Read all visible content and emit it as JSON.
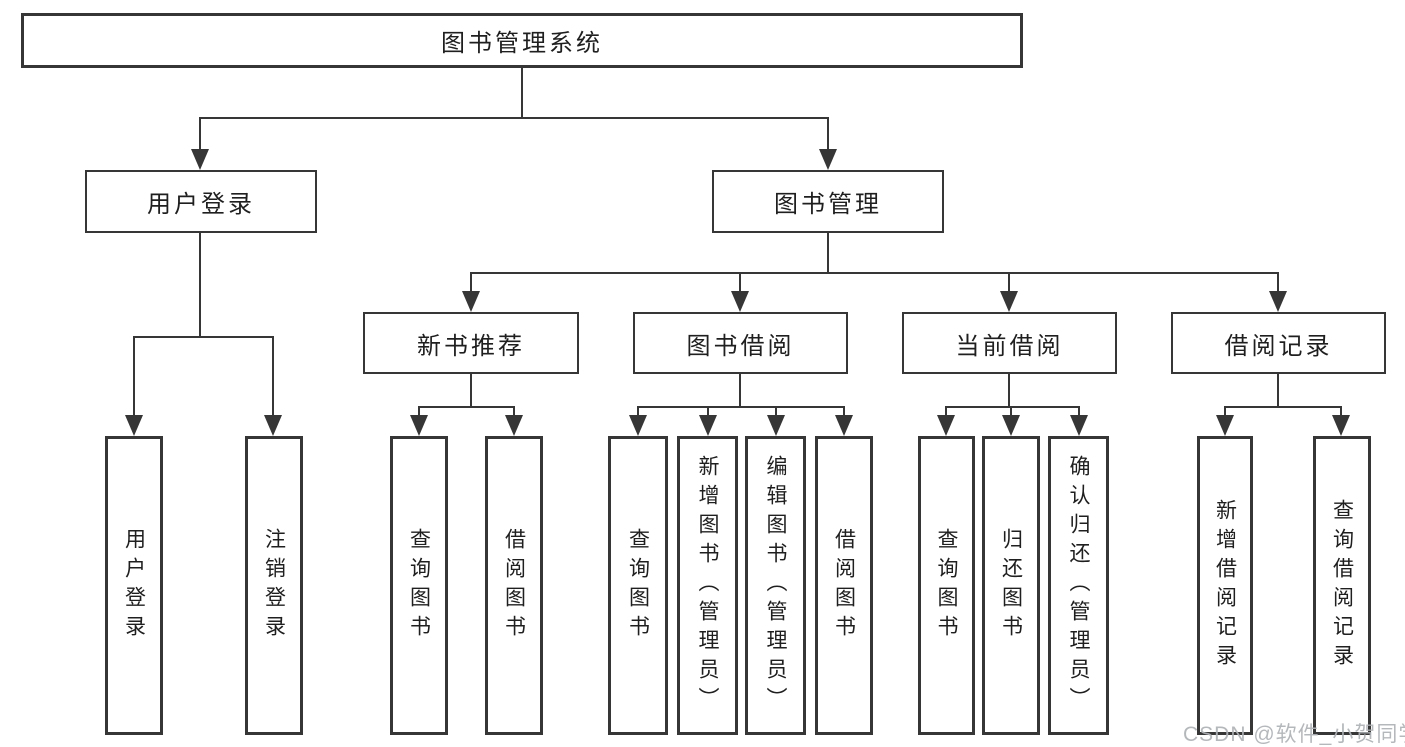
{
  "colors": {
    "line": "#363636",
    "box_bg": "#ffffff",
    "page_bg": "#ffffff",
    "text": "#1f1f1f",
    "watermark": "#afb2b6"
  },
  "watermark": {
    "text": "CSDN @软件_小贺同学"
  },
  "tree": {
    "root": {
      "label": "图书管理系统",
      "children": [
        {
          "label": "用户登录",
          "children": [
            {
              "label": "用户登录"
            },
            {
              "label": "注销登录"
            }
          ]
        },
        {
          "label": "图书管理",
          "children": [
            {
              "label": "新书推荐",
              "children": [
                {
                  "label": "查询图书"
                },
                {
                  "label": "借阅图书"
                }
              ]
            },
            {
              "label": "图书借阅",
              "children": [
                {
                  "label": "查询图书"
                },
                {
                  "label": "新增图书（管理员）"
                },
                {
                  "label": "编辑图书（管理员）"
                },
                {
                  "label": "借阅图书"
                }
              ]
            },
            {
              "label": "当前借阅",
              "children": [
                {
                  "label": "查询图书"
                },
                {
                  "label": "归还图书"
                },
                {
                  "label": "确认归还（管理员）"
                }
              ]
            },
            {
              "label": "借阅记录",
              "children": [
                {
                  "label": "新增借阅记录"
                },
                {
                  "label": "查询借阅记录"
                }
              ]
            }
          ]
        }
      ]
    }
  }
}
